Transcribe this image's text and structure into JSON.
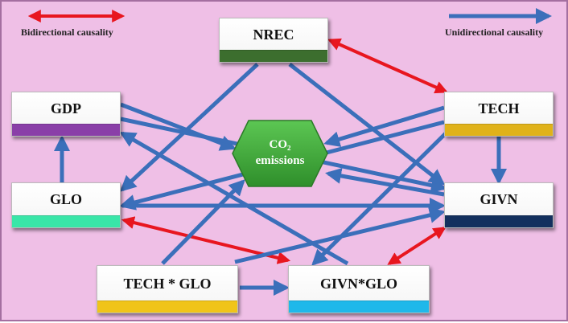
{
  "legend": {
    "bidirectional_label": "Bidirectional causality",
    "unidirectional_label": "Unidirectional causality",
    "bidirectional_color": "#e8161f",
    "unidirectional_color": "#3b6fba"
  },
  "center": {
    "line1": "CO₂",
    "line2": "emissions",
    "color": "#3fa63a"
  },
  "nodes": {
    "nrec": {
      "label": "NREC",
      "accent": "#3c6e2e"
    },
    "gdp": {
      "label": "GDP",
      "accent": "#8a3fa8"
    },
    "tech": {
      "label": "TECH",
      "accent": "#e0b21a"
    },
    "glo": {
      "label": "GLO",
      "accent": "#39e6a8"
    },
    "givn": {
      "label": "GIVN",
      "accent": "#13305e"
    },
    "techglo": {
      "label": "TECH * GLO",
      "accent": "#f0c419"
    },
    "givnglo": {
      "label": "GIVN*GLO",
      "accent": "#1fb8ea"
    }
  },
  "links": [
    {
      "from": "nrec",
      "to": "tech",
      "kind": "bidirectional"
    },
    {
      "from": "glo",
      "to": "givnglo",
      "kind": "bidirectional"
    },
    {
      "from": "givnglo",
      "to": "givn",
      "kind": "bidirectional"
    },
    {
      "from": "gdp",
      "to": "co2",
      "kind": "unidirectional"
    },
    {
      "from": "gdp",
      "to": "givn",
      "kind": "unidirectional"
    },
    {
      "from": "glo",
      "to": "gdp",
      "kind": "unidirectional"
    },
    {
      "from": "nrec",
      "to": "glo",
      "kind": "unidirectional"
    },
    {
      "from": "nrec",
      "to": "givn",
      "kind": "unidirectional"
    },
    {
      "from": "tech",
      "to": "co2",
      "kind": "unidirectional"
    },
    {
      "from": "tech",
      "to": "givn",
      "kind": "unidirectional"
    },
    {
      "from": "tech",
      "to": "glo",
      "kind": "unidirectional"
    },
    {
      "from": "tech",
      "to": "givnglo",
      "kind": "unidirectional"
    },
    {
      "from": "glo",
      "to": "givn",
      "kind": "unidirectional"
    },
    {
      "from": "givn",
      "to": "co2",
      "kind": "unidirectional"
    },
    {
      "from": "techglo",
      "to": "co2",
      "kind": "unidirectional"
    },
    {
      "from": "techglo",
      "to": "givn",
      "kind": "unidirectional"
    },
    {
      "from": "techglo",
      "to": "givnglo",
      "kind": "unidirectional"
    },
    {
      "from": "givnglo",
      "to": "gdp",
      "kind": "unidirectional"
    }
  ]
}
